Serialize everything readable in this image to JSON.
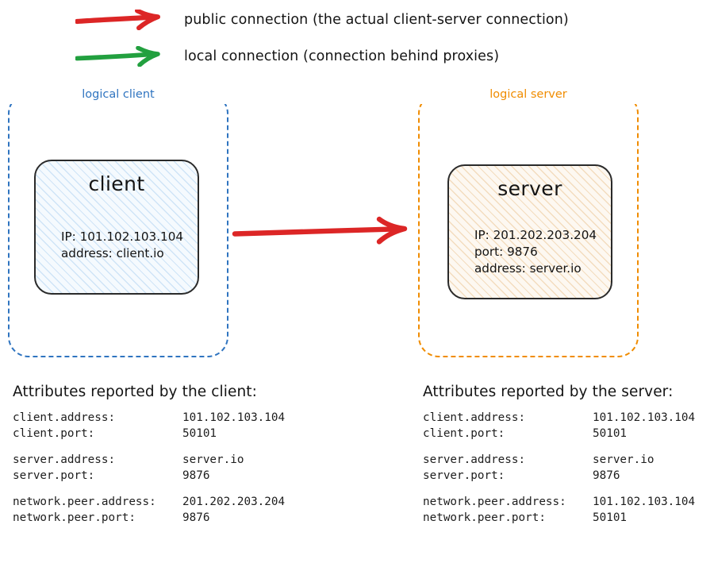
{
  "legend": {
    "items": [
      {
        "icon": "red-arrow-icon",
        "color": "#dc2626",
        "label": "public connection (the actual client-server connection)"
      },
      {
        "icon": "green-arrow-icon",
        "color": "#22a03f",
        "label": "local connection (connection behind proxies)"
      }
    ]
  },
  "diagram": {
    "connection_arrow": {
      "icon": "red-arrow-icon",
      "color": "#dc2626",
      "kind": "public connection"
    },
    "client_container": {
      "label": "logical client",
      "border_color": "#2f74c0",
      "node": {
        "title": "client",
        "hatch_color": "#cfe4f7",
        "fill_color": "#f5fafe",
        "properties": [
          "IP: 101.102.103.104",
          "address: client.io"
        ]
      }
    },
    "server_container": {
      "label": "logical server",
      "border_color": "#f08c00",
      "node": {
        "title": "server",
        "hatch_color": "#f3dcbe",
        "fill_color": "#fdf8f1",
        "properties": [
          "IP: 201.202.203.204",
          "port: 9876",
          "address: server.io"
        ]
      }
    }
  },
  "attribute_panels": [
    {
      "heading": "Attributes reported by the client:",
      "groups": [
        {
          "rows": [
            {
              "key": "client.address:",
              "value": "101.102.103.104"
            },
            {
              "key": "client.port:",
              "value": "50101"
            }
          ]
        },
        {
          "rows": [
            {
              "key": "server.address:",
              "value": "server.io"
            },
            {
              "key": "server.port:",
              "value": "9876"
            }
          ]
        },
        {
          "rows": [
            {
              "key": "network.peer.address:",
              "value": "201.202.203.204"
            },
            {
              "key": "network.peer.port:",
              "value": "9876"
            }
          ]
        }
      ]
    },
    {
      "heading": "Attributes reported by the server:",
      "groups": [
        {
          "rows": [
            {
              "key": "client.address:",
              "value": "101.102.103.104"
            },
            {
              "key": "client.port:",
              "value": "50101"
            }
          ]
        },
        {
          "rows": [
            {
              "key": "server.address:",
              "value": "server.io"
            },
            {
              "key": "server.port:",
              "value": "9876"
            }
          ]
        },
        {
          "rows": [
            {
              "key": "network.peer.address:",
              "value": "101.102.103.104"
            },
            {
              "key": "network.peer.port:",
              "value": "50101"
            }
          ]
        }
      ]
    }
  ]
}
